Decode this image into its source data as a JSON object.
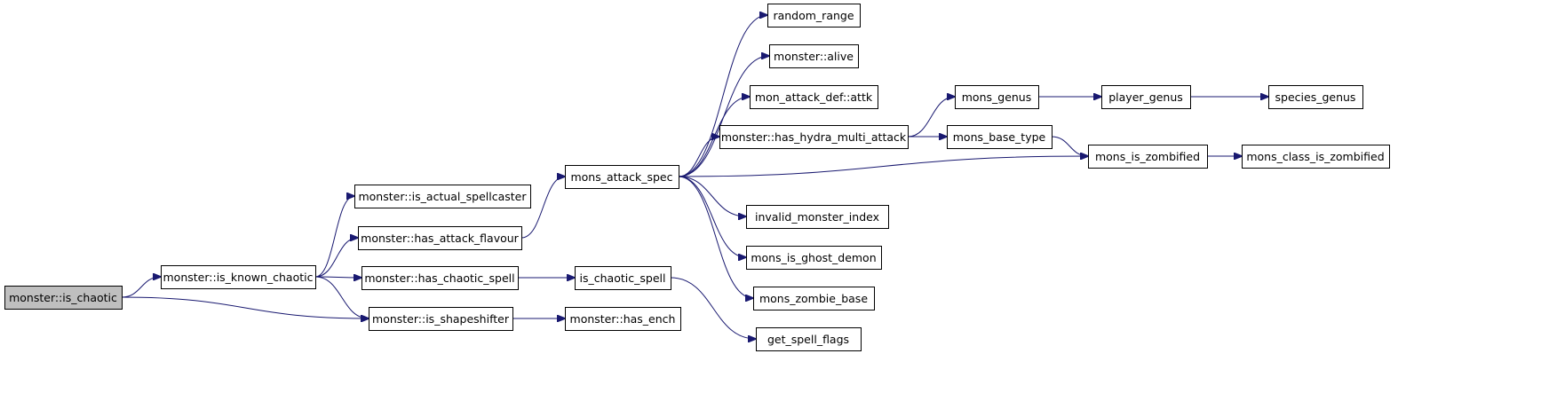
{
  "graph": {
    "nodes": [
      {
        "id": "is_chaotic",
        "label": "monster::is_chaotic",
        "root": true
      },
      {
        "id": "is_known_chaotic",
        "label": "monster::is_known_chaotic"
      },
      {
        "id": "is_actual_spellcaster",
        "label": "monster::is_actual_spellcaster"
      },
      {
        "id": "has_attack_flavour",
        "label": "monster::has_attack_flavour"
      },
      {
        "id": "has_chaotic_spell",
        "label": "monster::has_chaotic_spell"
      },
      {
        "id": "is_shapeshifter",
        "label": "monster::is_shapeshifter"
      },
      {
        "id": "mons_attack_spec",
        "label": "mons_attack_spec"
      },
      {
        "id": "is_chaotic_spell",
        "label": "is_chaotic_spell"
      },
      {
        "id": "has_ench",
        "label": "monster::has_ench"
      },
      {
        "id": "random_range",
        "label": "random_range"
      },
      {
        "id": "alive",
        "label": "monster::alive"
      },
      {
        "id": "attk",
        "label": "mon_attack_def::attk"
      },
      {
        "id": "has_hydra_multi_attack",
        "label": "monster::has_hydra_multi_attack"
      },
      {
        "id": "invalid_monster_index",
        "label": "invalid_monster_index"
      },
      {
        "id": "mons_is_ghost_demon",
        "label": "mons_is_ghost_demon"
      },
      {
        "id": "mons_zombie_base",
        "label": "mons_zombie_base"
      },
      {
        "id": "get_spell_flags",
        "label": "get_spell_flags"
      },
      {
        "id": "mons_genus",
        "label": "mons_genus"
      },
      {
        "id": "mons_base_type",
        "label": "mons_base_type"
      },
      {
        "id": "mons_is_zombified",
        "label": "mons_is_zombified"
      },
      {
        "id": "player_genus",
        "label": "player_genus"
      },
      {
        "id": "species_genus",
        "label": "species_genus"
      },
      {
        "id": "mons_class_is_zombified",
        "label": "mons_class_is_zombified"
      }
    ],
    "edges": [
      {
        "from": "is_chaotic",
        "to": "is_known_chaotic"
      },
      {
        "from": "is_chaotic",
        "to": "is_shapeshifter"
      },
      {
        "from": "is_known_chaotic",
        "to": "is_actual_spellcaster"
      },
      {
        "from": "is_known_chaotic",
        "to": "has_attack_flavour"
      },
      {
        "from": "is_known_chaotic",
        "to": "has_chaotic_spell"
      },
      {
        "from": "is_known_chaotic",
        "to": "is_shapeshifter"
      },
      {
        "from": "has_attack_flavour",
        "to": "mons_attack_spec"
      },
      {
        "from": "has_chaotic_spell",
        "to": "is_chaotic_spell"
      },
      {
        "from": "is_shapeshifter",
        "to": "has_ench"
      },
      {
        "from": "is_chaotic_spell",
        "to": "get_spell_flags"
      },
      {
        "from": "mons_attack_spec",
        "to": "random_range"
      },
      {
        "from": "mons_attack_spec",
        "to": "alive"
      },
      {
        "from": "mons_attack_spec",
        "to": "attk"
      },
      {
        "from": "mons_attack_spec",
        "to": "has_hydra_multi_attack"
      },
      {
        "from": "mons_attack_spec",
        "to": "mons_is_zombified"
      },
      {
        "from": "mons_attack_spec",
        "to": "invalid_monster_index"
      },
      {
        "from": "mons_attack_spec",
        "to": "mons_is_ghost_demon"
      },
      {
        "from": "mons_attack_spec",
        "to": "mons_zombie_base"
      },
      {
        "from": "has_hydra_multi_attack",
        "to": "mons_genus"
      },
      {
        "from": "has_hydra_multi_attack",
        "to": "mons_base_type"
      },
      {
        "from": "mons_genus",
        "to": "player_genus"
      },
      {
        "from": "player_genus",
        "to": "species_genus"
      },
      {
        "from": "mons_base_type",
        "to": "mons_is_zombified"
      },
      {
        "from": "mons_is_zombified",
        "to": "mons_class_is_zombified"
      }
    ],
    "colors": {
      "edge": "#191970",
      "root_fill": "#bfbfbf",
      "node_fill": "#ffffff",
      "border": "#000000"
    }
  }
}
